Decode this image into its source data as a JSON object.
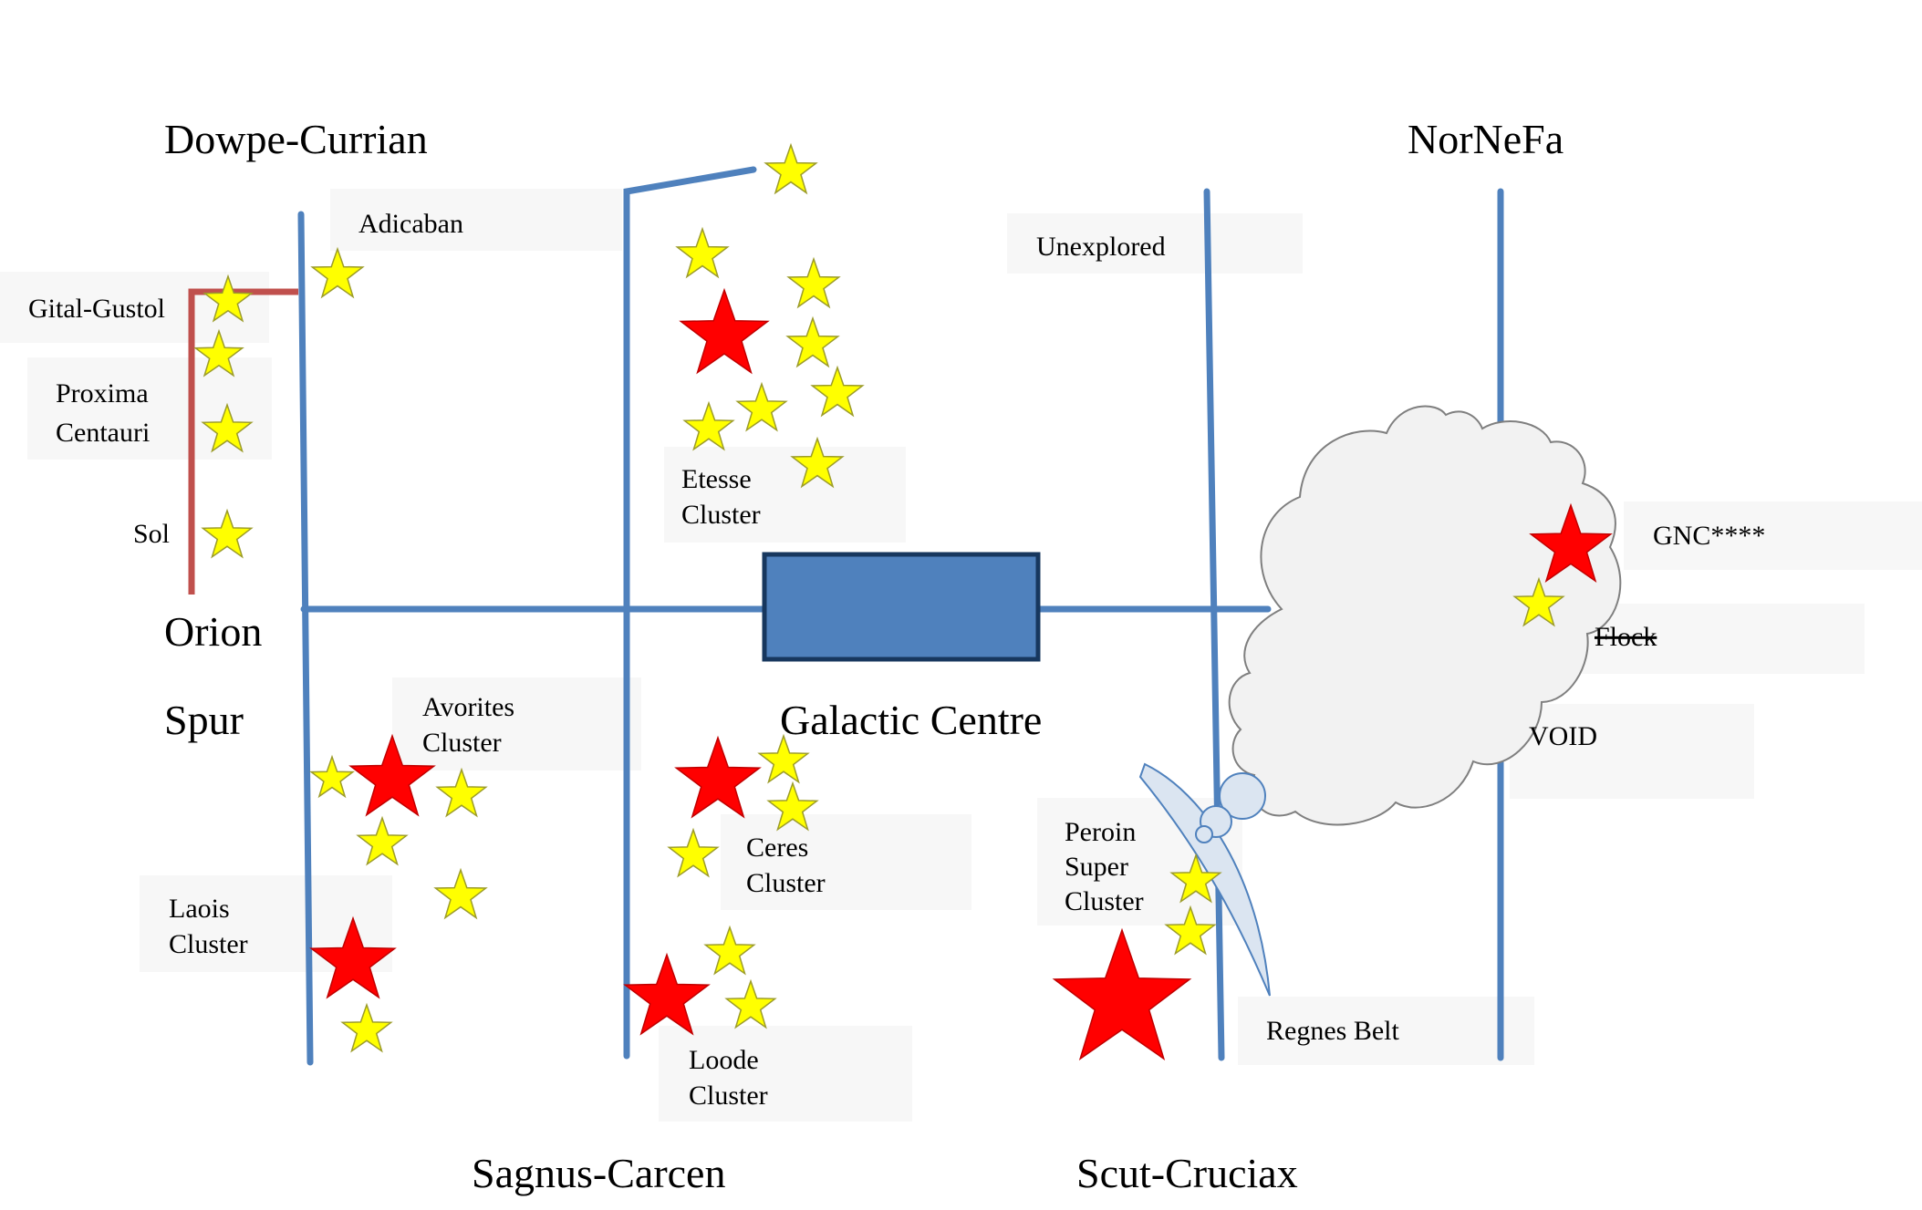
{
  "arms": {
    "dowpe_curian": "Dowpe-Currian",
    "nornefa": "NorNeFa",
    "orion": "Orion",
    "spur": "Spur",
    "galactic_centre": "Galactic Centre",
    "sagnus_carcen": "Sagnus-Carcen",
    "scut_cruciax": "Scut-Cruciax"
  },
  "regions": {
    "adicaban": "Adicaban",
    "gital_gustol": "Gital-Gustol",
    "proxima_1": "Proxima",
    "proxima_2": "Centauri",
    "sol": "Sol",
    "unexplored": "Unexplored",
    "etesse_1": "Etesse",
    "etesse_2": "Cluster",
    "gnc": "GNC****",
    "flock": "Flock",
    "void": "VOID",
    "avorites_1": "Avorites",
    "avorites_2": "Cluster",
    "laois_1": "Laois",
    "laois_2": "Cluster",
    "ceres_1": "Ceres",
    "ceres_2": "Cluster",
    "peroin_1": "Peroin",
    "peroin_2": "Super",
    "peroin_3": "Cluster",
    "loode_1": "Loode",
    "loode_2": "Cluster",
    "regnes_belt": "Regnes Belt"
  },
  "colors": {
    "arm_line": "#4f81bd",
    "centre_fill": "#4f81bd",
    "centre_border": "#17375e",
    "sol_route": "#c0504d",
    "star_yellow": "#ffff00",
    "star_red": "#ff0000",
    "cloud_fill": "#f2f2f2",
    "cloud_stroke": "#7f7f7f",
    "belt_fill": "#dbe5f1",
    "belt_stroke": "#4f81bd"
  }
}
